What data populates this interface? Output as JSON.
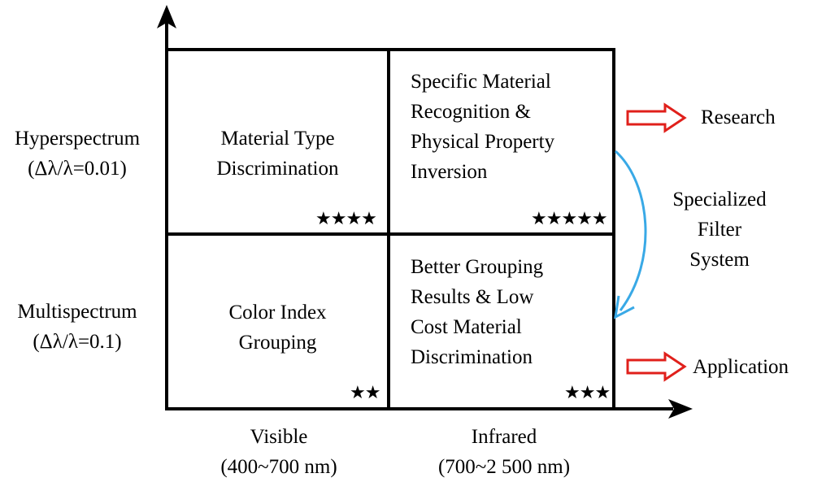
{
  "y_labels": {
    "hyper": {
      "line1": "Hyperspectrum",
      "line2": "(Δλ/λ=0.01)"
    },
    "multi": {
      "line1": "Multispectrum",
      "line2": "(Δλ/λ=0.1)"
    }
  },
  "x_labels": {
    "visible": {
      "line1": "Visible",
      "line2": "(400~700 nm)"
    },
    "infrared": {
      "line1": "Infrared",
      "line2": "(700~2 500 nm)"
    }
  },
  "cells": {
    "top_left": {
      "lines": [
        "Material Type",
        "Discrimination"
      ],
      "stars": "★★★★"
    },
    "top_right": {
      "lines": [
        "Specific Material",
        "Recognition &",
        "Physical Property",
        "Inversion"
      ],
      "stars": "★★★★★"
    },
    "bottom_left": {
      "lines": [
        "Color Index",
        "Grouping"
      ],
      "stars": "★★"
    },
    "bottom_right": {
      "lines": [
        "Better Grouping",
        "Results & Low",
        "Cost Material",
        "Discrimination"
      ],
      "stars": "★★★"
    }
  },
  "right_labels": {
    "research": "Research",
    "application": "Application",
    "filter": [
      "Specialized",
      "Filter",
      "System"
    ]
  },
  "colors": {
    "line": "#000000",
    "arrow_outline": "#e0201b",
    "curve": "#39a9e6"
  }
}
